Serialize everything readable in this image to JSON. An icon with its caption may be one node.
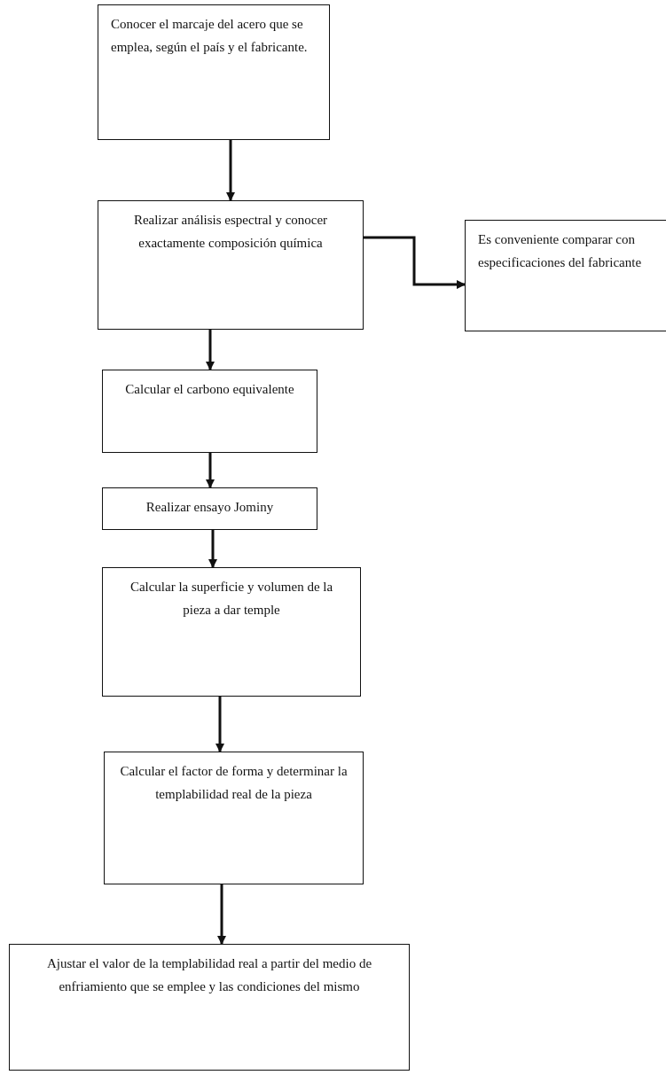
{
  "diagram": {
    "nodes": [
      {
        "text": [
          "Conocer el marcaje del acero que se emplea, según el país y el fabricante."
        ]
      },
      {
        "text": [
          "Realizar análisis espectral y conocer exactamente composición química"
        ]
      },
      {
        "text": [
          "Calcular el carbono equivalente"
        ]
      },
      {
        "text": [
          "Realizar ensayo Jominy"
        ]
      },
      {
        "text": [
          "Calcular la superficie y volumen de la pieza a dar temple"
        ]
      },
      {
        "text": [
          "Calcular el factor de forma y determinar la templabilidad real de la pieza"
        ]
      },
      {
        "text": [
          "Ajustar el valor de la templabilidad real a partir del medio de enfriamiento que se emplee y las condiciones del mismo"
        ]
      },
      {
        "text": [
          "Es conveniente comparar con especificaciones del fabricante"
        ]
      }
    ],
    "edges": [
      {
        "from": 0,
        "to": 1,
        "arrow": "to"
      },
      {
        "from": 1,
        "to": 7,
        "arrow": "to"
      },
      {
        "from": 1,
        "to": 2,
        "arrow": "to"
      },
      {
        "from": 2,
        "to": 3,
        "arrow": "to"
      },
      {
        "from": 3,
        "to": 4,
        "arrow": "to"
      },
      {
        "from": 4,
        "to": 5,
        "arrow": "to"
      },
      {
        "from": 5,
        "to": 6,
        "arrow": "to"
      }
    ]
  }
}
